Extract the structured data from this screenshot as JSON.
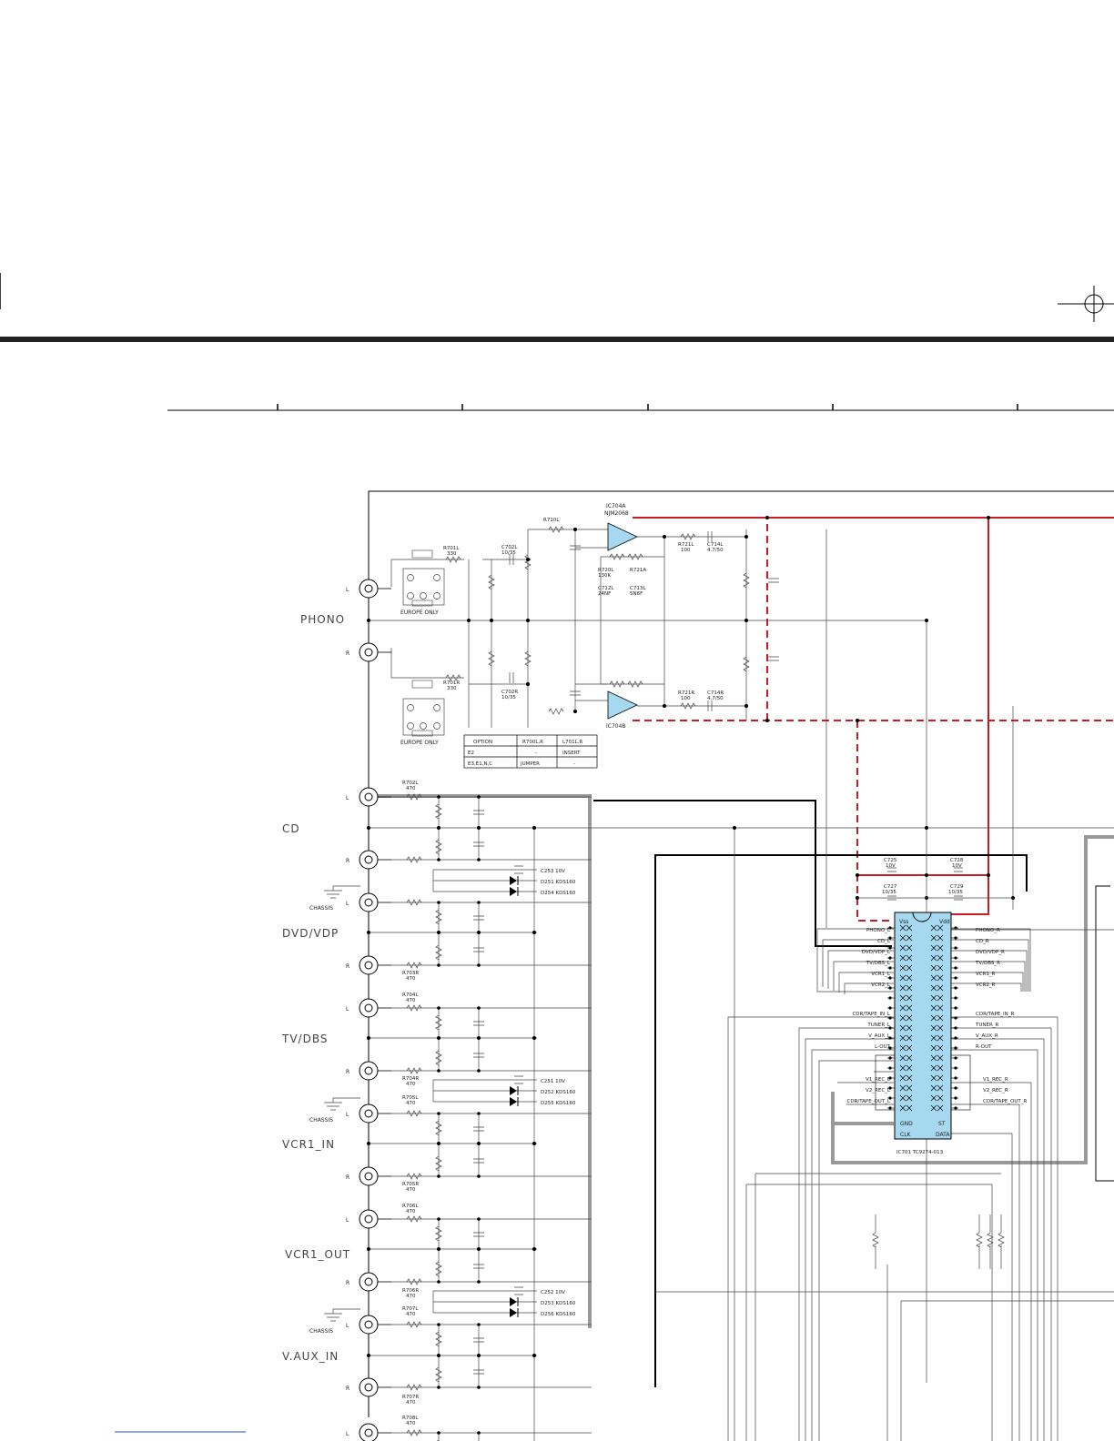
{
  "colors": {
    "opamp_fill": "#a6d8ef",
    "ic_fill": "#a6d8ef",
    "signal_red": "#c81d25"
  },
  "groups": {
    "phono": "PHONO",
    "cd": "CD",
    "dvd": "DVD/VDP",
    "tv": "TV/DBS",
    "vcr1in": "VCR1_IN",
    "vcr1out": "VCR1_OUT",
    "vaux": "V.AUX_IN"
  },
  "jack": {
    "left": "L",
    "right": "R"
  },
  "chassis": "CHASSIS",
  "opamps": {
    "a": {
      "ref": "IC704A",
      "part": "NJM2068"
    },
    "b": {
      "ref": "IC704B"
    }
  },
  "europe_only": "EUROPE ONLY",
  "option_table": {
    "headers": [
      "OPTION",
      "R700L,R",
      "L701L,R"
    ],
    "rows": [
      [
        "E2",
        "-",
        "INSERT"
      ],
      [
        "E3,E1,N,C",
        "JUMPER",
        "-"
      ]
    ]
  },
  "ic": {
    "vss": "Vss",
    "vdd": "Vdd",
    "gnd": "GND",
    "clk": "CLK",
    "st": "ST",
    "data": "DATA",
    "ref": "IC701  TC9274-013",
    "left_pins": [
      "PHONO_L",
      "CD_L",
      "DVD/VDP_L",
      "TV/DBS_L",
      "VCR1_L",
      "VCR2_L",
      "CDR/TAPE_IN_L",
      "TUNER_L",
      "V_AUX_L",
      "L-OUT",
      "V1_REC_L",
      "V2_REC_L",
      "CDR/TAPE_OUT_L"
    ],
    "right_pins": [
      "PHONO_R",
      "CD_R",
      "DVD/VDP_R",
      "TV/DBS_R",
      "VCR1_R",
      "VCR2_R",
      "CDR/TAPE_IN_R",
      "TUNER_R",
      "V_AUX_R",
      "R-OUT",
      "V1_REC_R",
      "V2_REC_R",
      "CDR/TAPE_OUT_R"
    ]
  },
  "parts": {
    "r710l": "R710L",
    "r701l": "R701L",
    "r701l_v": "330",
    "c702l": "C702L",
    "c702l_v": "10/35",
    "r721l": "R721L",
    "r721l_v": "100",
    "c714l": "C714L",
    "c714l_v": "4.7/50",
    "r720l": "R720L",
    "r720l_v": "130K",
    "c712l": "C712L",
    "c712l_v": "24NF",
    "r721a": "R721A",
    "c713l": "C713L",
    "c713l_v": "5N6F",
    "r721r": "R721R",
    "r721r_v": "100",
    "c714r": "C714R",
    "c714r_v": "4.7/50",
    "c702r": "C702R",
    "c702r_v": "10/35",
    "r701r": "R701R",
    "r701r_v": "330",
    "r702l": "R702L",
    "r702l_v": "470",
    "r703r": "R703R",
    "r703r_v": "470",
    "r704l": "R704L",
    "r704l_v": "470",
    "r704r": "R704R",
    "r704r_v": "470",
    "r705l": "R705L",
    "r705l_v": "470",
    "r705r": "R705R",
    "r705r_v": "470",
    "r706l": "R706L",
    "r706l_v": "470",
    "r706r": "R706R",
    "r706r_v": "470",
    "r707l": "R707L",
    "r707l_v": "470",
    "r707r": "R707R",
    "r707r_v": "470",
    "r708l": "R708L",
    "r708l_v": "470",
    "c725": "C725",
    "c725_v": "10V",
    "c728": "C728",
    "c728_v": "10V",
    "c727": "C727",
    "c727_v": "10/35",
    "c729": "C729",
    "c729_v": "10/35",
    "d_cd": [
      "C253  10V",
      "D251 KDS160",
      "D254 KDS160"
    ],
    "d_tv": [
      "C251  10V",
      "D252 KDS160",
      "D255 KDS160"
    ],
    "d_vcr": [
      "C252  10V",
      "D253 KDS160",
      "D256 KDS160"
    ]
  }
}
